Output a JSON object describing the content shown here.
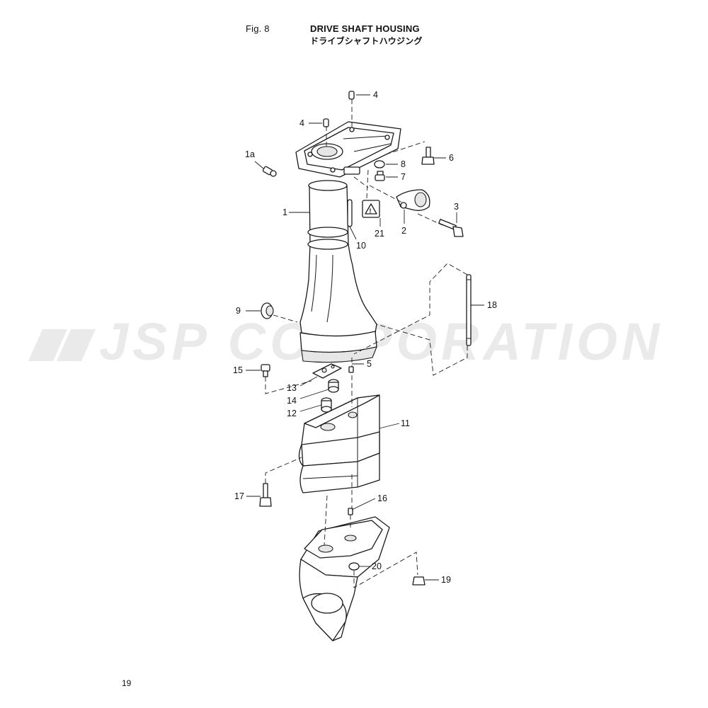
{
  "header": {
    "fig_label": "Fig. 8",
    "title_en": "DRIVE SHAFT HOUSING",
    "title_jp": "ドライブシャフトハウジング"
  },
  "watermark": "JSP CORPORATION",
  "page_number": "19",
  "callouts": {
    "p1": "1",
    "p1a": "1a",
    "p2": "2",
    "p3": "3",
    "p4a": "4",
    "p4b": "4",
    "p5": "5",
    "p6": "6",
    "p7": "7",
    "p8": "8",
    "p9": "9",
    "p10": "10",
    "p11": "11",
    "p12": "12",
    "p13": "13",
    "p14": "14",
    "p15": "15",
    "p16": "16",
    "p17": "17",
    "p18": "18",
    "p19": "19",
    "p20": "20",
    "p21": "21"
  },
  "colors": {
    "line": "#1a1a1a",
    "watermark": "#d9d9d9",
    "background": "#ffffff"
  }
}
